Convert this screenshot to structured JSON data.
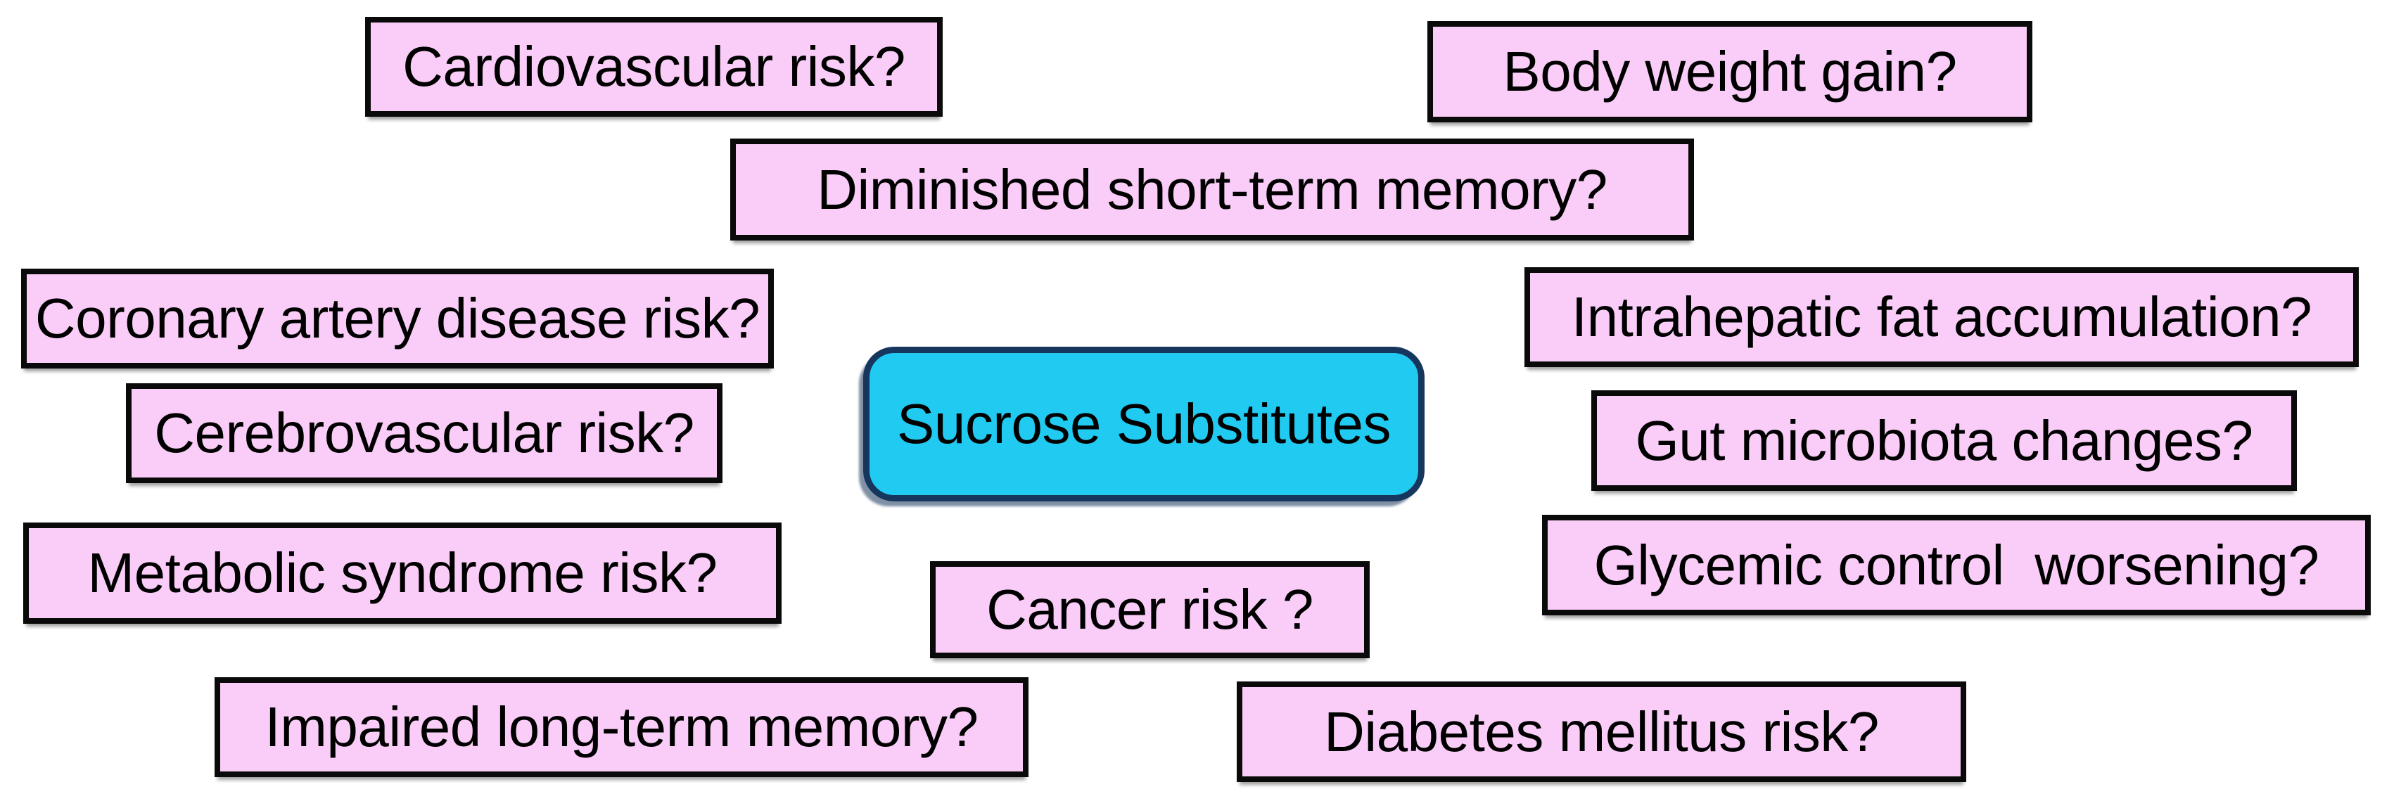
{
  "diagram": {
    "background_color": "#ffffff",
    "center_node": {
      "label": "Sucrose Substitutes",
      "fill_color": "#20caf1",
      "border_color": "#17365d",
      "text_color": "#000000"
    },
    "question_style": {
      "fill_color": "#f9cdf7",
      "border_color": "#0a0a0a",
      "text_color": "#000000"
    },
    "question_nodes": [
      {
        "id": "cardiovascular-risk",
        "label": "Cardiovascular risk?"
      },
      {
        "id": "body-weight-gain",
        "label": "Body weight gain?"
      },
      {
        "id": "diminished-short-term-memory",
        "label": "Diminished short-term memory?"
      },
      {
        "id": "coronary-artery-disease-risk",
        "label": "Coronary artery disease risk?"
      },
      {
        "id": "intrahepatic-fat-accumulation",
        "label": "Intrahepatic fat accumulation?"
      },
      {
        "id": "cerebrovascular-risk",
        "label": "Cerebrovascular risk?"
      },
      {
        "id": "gut-microbiota-changes",
        "label": "Gut microbiota changes?"
      },
      {
        "id": "metabolic-syndrome-risk",
        "label": "Metabolic syndrome risk?"
      },
      {
        "id": "glycemic-control-worsening",
        "label": "Glycemic control  worsening?"
      },
      {
        "id": "cancer-risk",
        "label": "Cancer risk ?"
      },
      {
        "id": "impaired-long-term-memory",
        "label": "Impaired long-term memory?"
      },
      {
        "id": "diabetes-mellitus-risk",
        "label": "Diabetes mellitus risk?"
      }
    ]
  }
}
